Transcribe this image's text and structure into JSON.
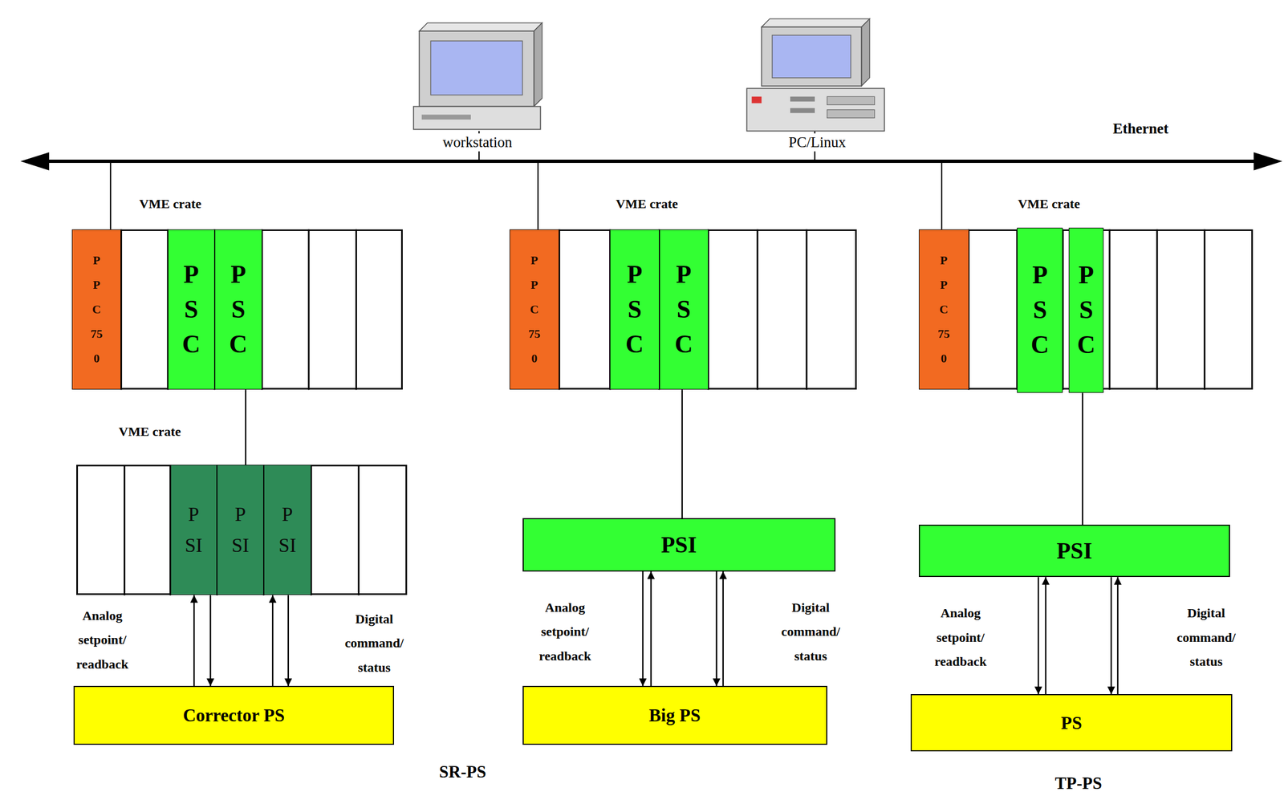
{
  "diagram": {
    "nodes": [
      {
        "text": [
          "VME crate"
        ]
      },
      {
        "text": [
          "PPC750"
        ],
        "in": 0
      },
      {
        "text": [
          "PSC"
        ],
        "in": 0
      },
      {
        "text": [
          "PSC"
        ],
        "in": 0
      },
      {
        "text": [
          "VME crate"
        ]
      },
      {
        "text": [
          "PPC750"
        ],
        "in": 4
      },
      {
        "text": [
          "PSC"
        ],
        "in": 4
      },
      {
        "text": [
          "PSC"
        ],
        "in": 4
      },
      {
        "text": [
          "VME crate"
        ]
      },
      {
        "text": [
          "PPC750"
        ],
        "in": 8
      },
      {
        "text": [
          "PSC"
        ],
        "in": 8
      },
      {
        "text": [
          "PSC"
        ],
        "in": 8
      },
      {
        "text": [
          "VME crate"
        ]
      },
      {
        "text": [
          "PSI"
        ],
        "in": 12
      },
      {
        "text": [
          "PSI"
        ],
        "in": 12
      },
      {
        "text": [
          "PSI"
        ],
        "in": 12
      },
      {
        "text": [
          "PSI"
        ]
      },
      {
        "text": [
          "PSI"
        ]
      },
      {
        "text": [
          "Corrector PS"
        ]
      },
      {
        "text": [
          "Big PS"
        ]
      },
      {
        "text": [
          "PS"
        ]
      }
    ],
    "edges": [
      {
        "from": 3,
        "to": 12,
        "arrow": "none"
      },
      {
        "from": 7,
        "to": 16,
        "arrow": "none"
      },
      {
        "from": 11,
        "to": 17,
        "arrow": "none"
      },
      {
        "from": 18,
        "to": 13,
        "arrow": "to"
      },
      {
        "from": 13,
        "to": 18,
        "arrow": "to"
      },
      {
        "from": 18,
        "to": 15,
        "arrow": "to"
      },
      {
        "from": 15,
        "to": 18,
        "arrow": "to"
      },
      {
        "from": 19,
        "to": 16,
        "arrow": "to"
      },
      {
        "from": 16,
        "to": 19,
        "arrow": "to"
      },
      {
        "from": 19,
        "to": 16,
        "arrow": "to"
      },
      {
        "from": 16,
        "to": 19,
        "arrow": "to"
      },
      {
        "from": 20,
        "to": 17,
        "arrow": "to"
      },
      {
        "from": 17,
        "to": 20,
        "arrow": "to"
      },
      {
        "from": 20,
        "to": 17,
        "arrow": "to"
      },
      {
        "from": 17,
        "to": 20,
        "arrow": "to"
      }
    ],
    "labels": [
      "workstation",
      "PC/Linux",
      "Ethernet",
      "Analog setpoint/ readback",
      "Digital command/ status",
      "Analog setpoint/ readback",
      "Digital command/ status",
      "Analog setpoint/ readback",
      "Digital command/ status",
      "SR-PS",
      "TP-PS"
    ]
  }
}
